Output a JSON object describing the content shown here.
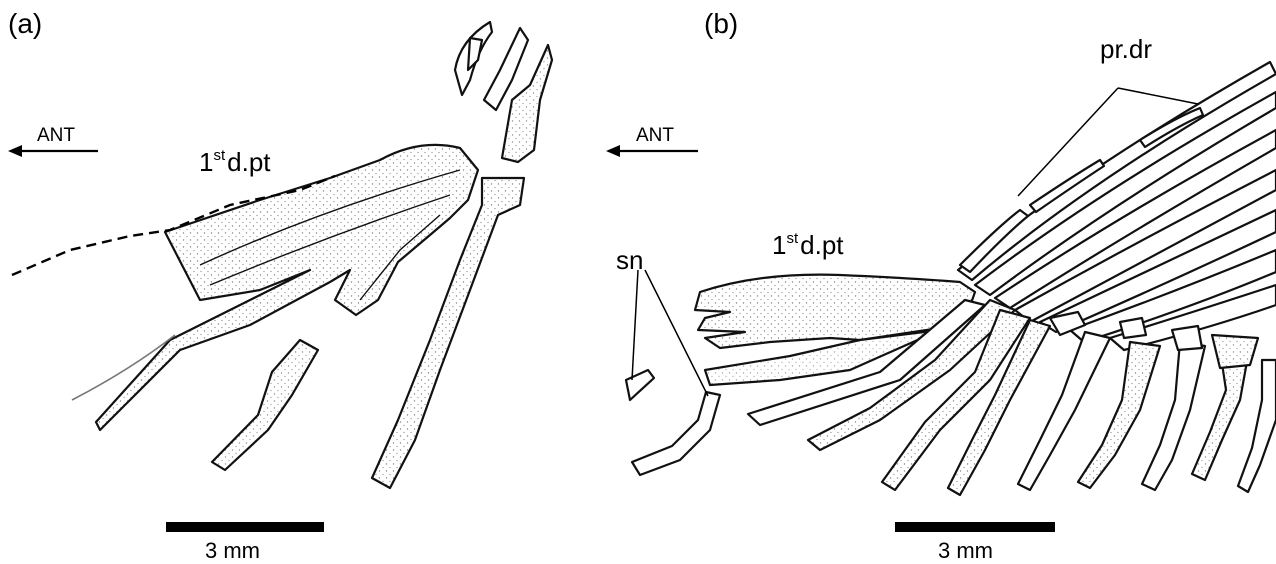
{
  "panel_a": {
    "panel_label": "(a)",
    "direction_label": "ANT",
    "annotation_main": "1",
    "annotation_sup": "st",
    "annotation_rest": "d.pt",
    "scale_label": "3 mm"
  },
  "panel_b": {
    "panel_label": "(b)",
    "direction_label": "ANT",
    "annotation_main": "1",
    "annotation_sup": "st",
    "annotation_rest": "d.pt",
    "label_pr_dr": "pr.dr",
    "label_sn": "sn",
    "scale_label": "3 mm"
  }
}
